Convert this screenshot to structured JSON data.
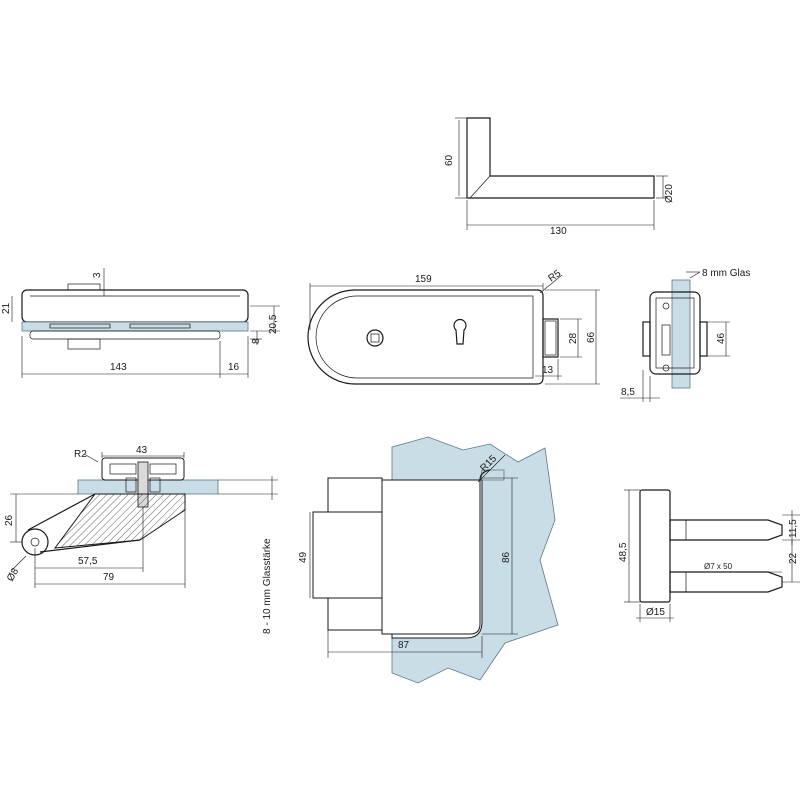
{
  "colors": {
    "line": "#1a1a1a",
    "glass": "#c9dde6",
    "glass_edge": "#5d7885",
    "metal": "#d9d9d9"
  },
  "handle": {
    "height": "60",
    "length": "130",
    "diameter": "Ø20"
  },
  "side_view": {
    "dim_3": "3",
    "dim_21": "21",
    "dim_20_5": "20,5",
    "dim_8": "8",
    "dim_143": "143",
    "dim_16": "16"
  },
  "front_view": {
    "width": "159",
    "radius": "R5",
    "dim_28": "28",
    "dim_66": "66",
    "dim_13": "13"
  },
  "end_view": {
    "glass_label": "8 mm Glas",
    "dim_46": "46",
    "dim_8_5": "8,5"
  },
  "hinge_section": {
    "radius": "R2",
    "dim_43": "43",
    "dim_26": "26",
    "diameter": "Ø8",
    "dim_57_5": "57,5",
    "dim_79": "79",
    "glass_thickness": "8 - 10 mm Glasstärke"
  },
  "cutout": {
    "radius": "R15",
    "dim_49": "49",
    "dim_86": "86",
    "dim_87": "87"
  },
  "pin": {
    "dim_48_5": "48,5",
    "dim_11_5": "11,5",
    "dim_22": "22",
    "bolt": "Ø7 x 50",
    "diameter": "Ø15"
  }
}
